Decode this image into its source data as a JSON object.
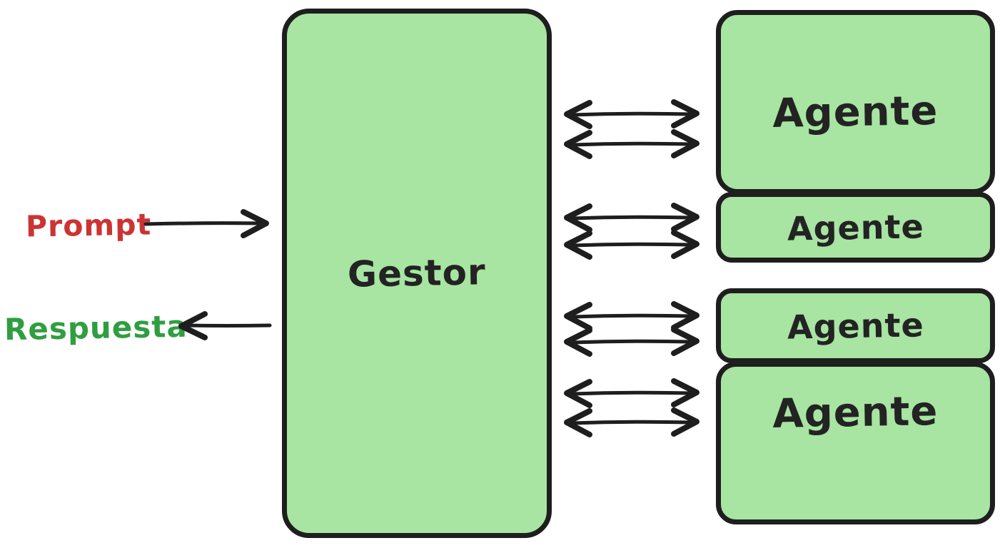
{
  "manager": {
    "label": "Gestor"
  },
  "agents": [
    {
      "label": "Agente"
    },
    {
      "label": "Agente"
    },
    {
      "label": "Agente"
    },
    {
      "label": "Agente"
    }
  ],
  "labels": {
    "prompt": {
      "text": "Prompt",
      "color": "#cc3333"
    },
    "respuesta": {
      "text": "Respuesta",
      "color": "#2f9e41"
    }
  },
  "colors": {
    "background": "#ffffff",
    "box_fill": "#a8e4a2",
    "box_border": "#1e1e1e",
    "arrow": "#1e1e1e",
    "box_text": "#232323"
  }
}
